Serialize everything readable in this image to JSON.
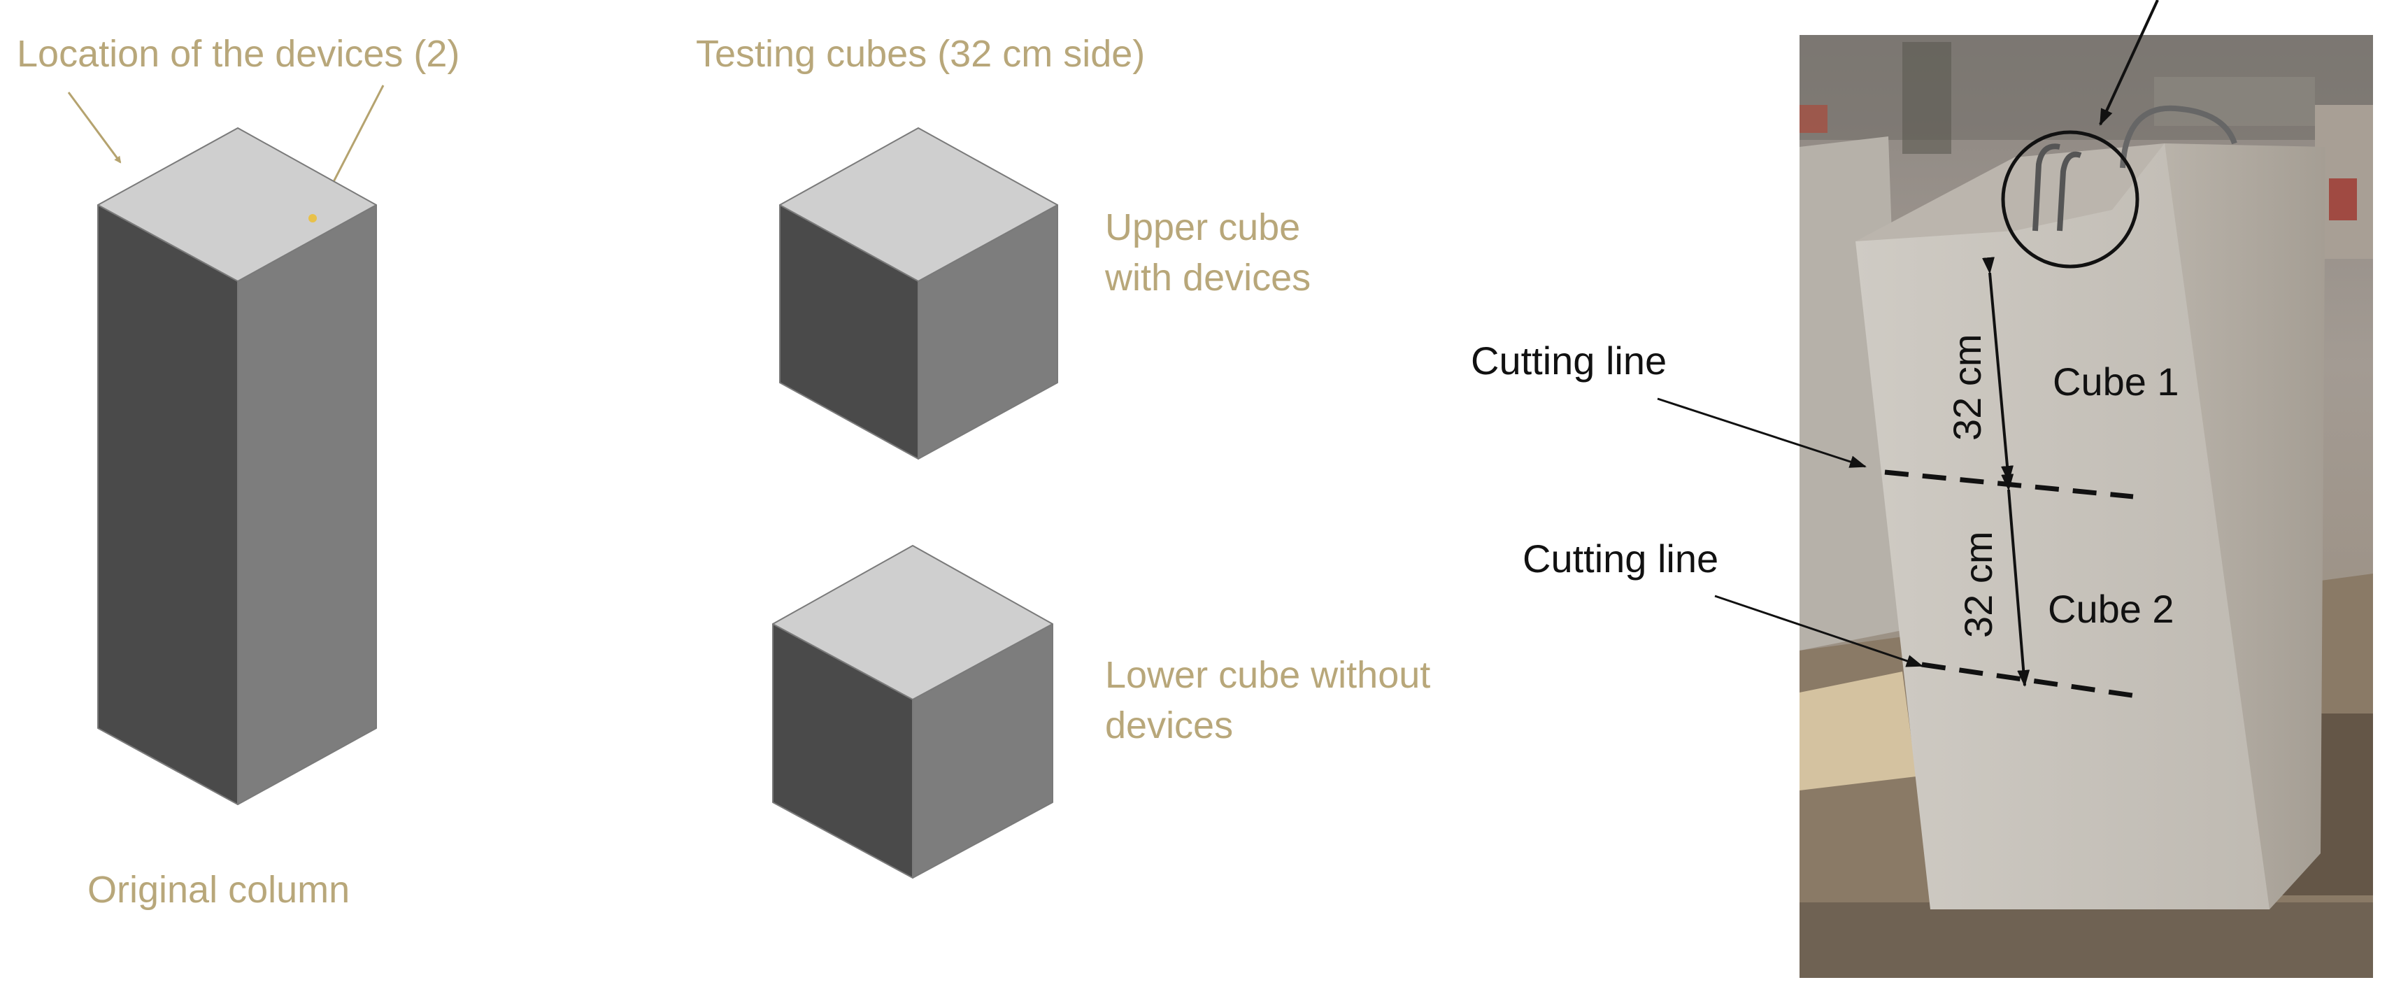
{
  "labels": {
    "devices_location": "Location of the devices (2)",
    "original_column": "Original column",
    "testing_cubes": "Testing cubes (32 cm side)",
    "upper_cube_line1": "Upper cube",
    "upper_cube_line2": "with devices",
    "lower_cube_line1": "Lower cube without",
    "lower_cube_line2": "devices"
  },
  "photo_labels": {
    "cutting_line_1": "Cutting line",
    "cutting_line_2": "Cutting line",
    "dimension_1": "32 cm",
    "dimension_2": "32 cm",
    "cube_1": "Cube 1",
    "cube_2": "Cube 2"
  },
  "colors": {
    "label_tan": "#b8a77a",
    "cube_top": "#cfcfcf",
    "cube_left": "#4a4a4a",
    "cube_right": "#7d7d7d",
    "arrow_tan": "#b5a36f",
    "device_dot": "#e8c14a"
  }
}
